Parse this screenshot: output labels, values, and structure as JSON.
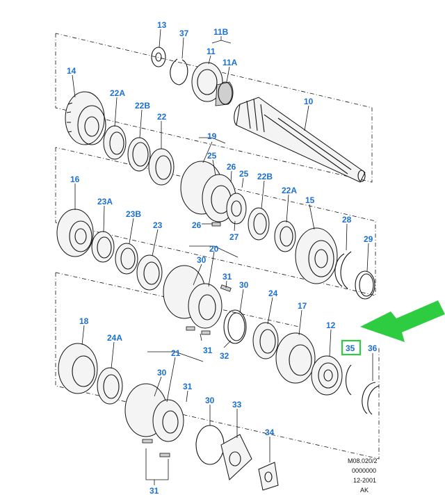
{
  "labels": {
    "l13": "13",
    "l37": "37",
    "l11B": "11B",
    "l11": "11",
    "l11A": "11A",
    "l14": "14",
    "l22A_top": "22A",
    "l22B_top": "22B",
    "l22_top": "22",
    "l10": "10",
    "l19": "19",
    "l25a": "25",
    "l26a": "26",
    "l25b": "25",
    "l22B_mid": "22B",
    "l22A_mid": "22A",
    "l16": "16",
    "l23A": "23A",
    "l23B": "23B",
    "l23": "23",
    "l15": "15",
    "l26b": "26",
    "l27": "27",
    "l28": "28",
    "l29": "29",
    "l20": "20",
    "l30a": "30",
    "l31a": "31",
    "l30b": "30",
    "l24": "24",
    "l17": "17",
    "l12": "12",
    "l35": "35",
    "l36": "36",
    "l18": "18",
    "l24A": "24A",
    "l31b": "31",
    "l32": "32",
    "l21": "21",
    "l30c": "30",
    "l31c": "31",
    "l30d": "30",
    "l33": "33",
    "l34": "34",
    "l31d": "31"
  },
  "reference": {
    "code": "M08.020/2",
    "number": "0000000",
    "date": "12-2001",
    "author": "AK"
  },
  "colors": {
    "label": "#1a6fd1",
    "highlight": "#2ecc40",
    "line": "#111111"
  }
}
